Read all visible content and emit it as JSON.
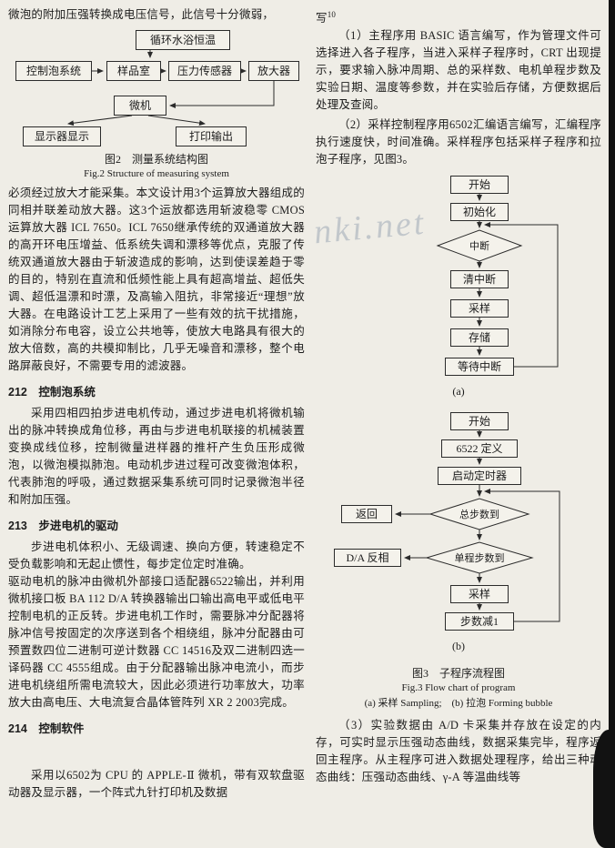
{
  "page": {
    "watermark": "nki.net"
  },
  "left": {
    "intro": "微泡的附加压强转换成电压信号，此信号十分微弱，",
    "fig2": {
      "nodes": {
        "water_bath": "循环水浴恒温",
        "bubble_control": "控制泡系统",
        "sample_room": "样品室",
        "pressure_sensor": "压力传感器",
        "amplifier": "放大器",
        "micro": "微机",
        "display": "显示器显示",
        "print": "打印输出"
      },
      "caption_cn": "图2　测量系统结构图",
      "caption_en": "Fig.2  Structure of measuring system"
    },
    "para_amplifier": "必须经过放大才能采集。本文设计用3个运算放大器组成的同相并联差动放大器。这3个运放都选用斩波稳零 CMOS 运算放大器 ICL 7650。ICL 7650继承传统的双通道放大器的高开环电压增益、低系统失调和漂移等优点，克服了传统双通道放大器由于斩波造成的影响，达到使误差趋于零的目的，特别在直流和低频性能上具有超高增益、超低失调、超低温漂和时漂，及高输入阻抗，非常接近“理想”放大器。在电路设计工艺上采用了一些有效的抗干扰措施，如消除分布电容，设立公共地等，使放大电路具有很大的放大倍数，高的共模抑制比，几乎无噪音和漂移，整个电路屏蔽良好，不需要专用的滤波器。",
    "h_212": "212　控制泡系统",
    "para_212": "采用四相四拍步进电机传动，通过步进电机将微机输出的脉冲转换成角位移，再由与步进电机联接的机械装置变换成线位移，控制微量进样器的推杆产生负压形成微泡，以微泡模拟肺泡。电动机步进过程可改变微泡体积，代表肺泡的呼吸，通过数据采集系统可同时记录微泡半径和附加压强。",
    "h_213": "213　步进电机的驱动",
    "para_213a": "步进电机体积小、无级调速、换向方便，转速稳定不受负载影响和无起止惯性，每步定位定时准确。",
    "para_213b": "驱动电机的脉冲由微机外部接口适配器6522输出，并利用微机接口板 BA 112 D/A 转换器输出口输出高电平或低电平控制电机的正反转。步进电机工作时，需要脉冲分配器将脉冲信号按固定的次序送到各个相绕组，脉冲分配器由可预置数四位二进制可逆计数器 CC 14516及双二进制四选一译码器 CC 4555组成。由于分配器输出脉冲电流小，而步进电机绕组所需电流较大，因此必须进行功率放大，功率放大由高电压、大电流复合晶体管阵列 XR 2 2003完成。",
    "h_214": "214　控制软件",
    "para_214": "采用以6502为 CPU 的 APPLE-Ⅱ 微机，带有双软盘驱动器及显示器，一个阵式九针打印机及数据"
  },
  "right": {
    "cont_word": "写",
    "cont_sup": "10",
    "para_1": "（1）主程序用 BASIC 语言编写，作为管理文件可选择进入各子程序，当进入采样子程序时，CRT 出现提示，要求输入脉冲周期、总的采样数、电机单程步数及实验日期、温度等参数，并在实验后存储，方便数据后处理及查阅。",
    "para_2": "（2）采样控制程序用6502汇编语言编写，汇编程序执行速度快，时间准确。采样程序包括采样子程序和拉泡子程序，见图3。",
    "flow_a": {
      "label": "(a)",
      "nodes": {
        "start": "开始",
        "init": "初始化",
        "interrupt": "中断",
        "clear": "清中断",
        "sample": "采样",
        "store": "存储",
        "wait": "等待中断"
      }
    },
    "flow_b": {
      "label": "(b)",
      "nodes": {
        "start": "开始",
        "define": "6522 定义",
        "timer": "启动定时器",
        "total": "总步数到",
        "return": "返回",
        "single": "单程步数到",
        "da_invert": "D/A 反相",
        "sample": "采样",
        "decrement": "步数减1"
      }
    },
    "fig3": {
      "caption_cn": "图3　子程序流程图",
      "caption_en": "Fig.3  Flow chart of program",
      "caption_sub": "(a) 采样 Sampling;　(b) 拉泡 Forming bubble"
    },
    "para_3": "（3）实验数据由 A/D 卡采集并存放在设定的内存，可实时显示压强动态曲线，数据采集完毕，程序返回主程序。从主程序可进入数据处理程序，给出三种动态曲线：压强动态曲线、γ-A 等温曲线等"
  }
}
